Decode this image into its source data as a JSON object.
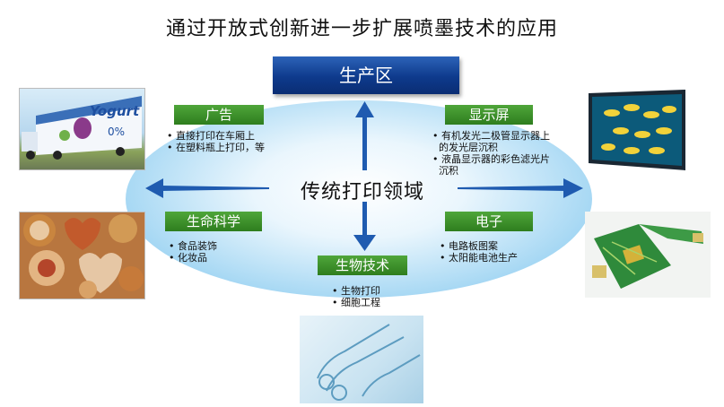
{
  "title": "通过开放式创新进一步扩展喷墨技术的应用",
  "center_label": "传统打印领域",
  "production_label": "生产区",
  "categories": {
    "advertising": {
      "label": "广告",
      "items": [
        "直接打印在车厢上",
        "在塑料瓶上打印，等"
      ]
    },
    "display": {
      "label": "显示屏",
      "items": [
        "有机发光二极管显示器上",
        "的发光层沉积",
        "液晶显示器的彩色滤光片",
        "沉积"
      ]
    },
    "life_science": {
      "label": "生命科学",
      "items": [
        "食品装饰",
        "化妆品"
      ]
    },
    "electronics": {
      "label": "电子",
      "items": [
        "电路板图案",
        "太阳能电池生产"
      ]
    },
    "biotech": {
      "label": "生物技术",
      "items": [
        "生物打印",
        "细胞工程"
      ]
    }
  },
  "photo_text": {
    "truck_brand": "Yogurt",
    "truck_percent": "0%"
  },
  "colors": {
    "production_bg": "#0e3a8c",
    "category_bg": "#2e7d1e",
    "arrow": "#1f5bb0",
    "ellipse_edge": "#72c0ea"
  },
  "icons": [
    "arrow-up-icon",
    "arrow-down-icon",
    "arrow-left-icon",
    "arrow-right-icon"
  ]
}
